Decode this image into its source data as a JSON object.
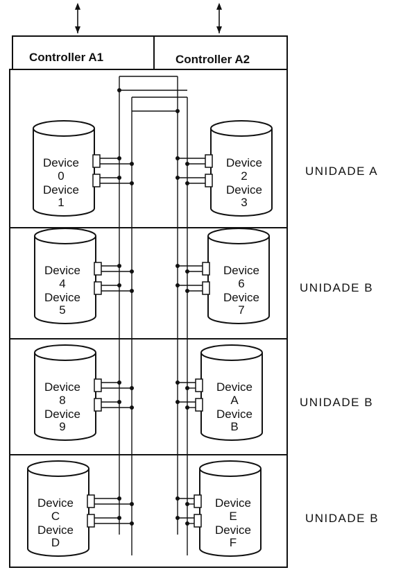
{
  "controllers": [
    {
      "label": "Controller A1"
    },
    {
      "label": "Controller A2"
    }
  ],
  "units": [
    {
      "label": "UNIDADE A",
      "left": {
        "line1": "Device",
        "id1": "0",
        "line2": "Device",
        "id2": "1"
      },
      "right": {
        "line1": "Device",
        "id1": "2",
        "line2": "Device",
        "id2": "3"
      }
    },
    {
      "label": "UNIDADE B",
      "left": {
        "line1": "Device",
        "id1": "4",
        "line2": "Device",
        "id2": "5"
      },
      "right": {
        "line1": "Device",
        "id1": "6",
        "line2": "Device",
        "id2": "7"
      }
    },
    {
      "label": "UNIDADE B",
      "left": {
        "line1": "Device",
        "id1": "8",
        "line2": "Device",
        "id2": "9"
      },
      "right": {
        "line1": "Device",
        "id1": "A",
        "line2": "Device",
        "id2": "B"
      }
    },
    {
      "label": "UNIDADE B",
      "left": {
        "line1": "Device",
        "id1": "C",
        "line2": "Device",
        "id2": "D"
      },
      "right": {
        "line1": "Device",
        "id1": "E",
        "line2": "Device",
        "id2": "F"
      }
    }
  ]
}
